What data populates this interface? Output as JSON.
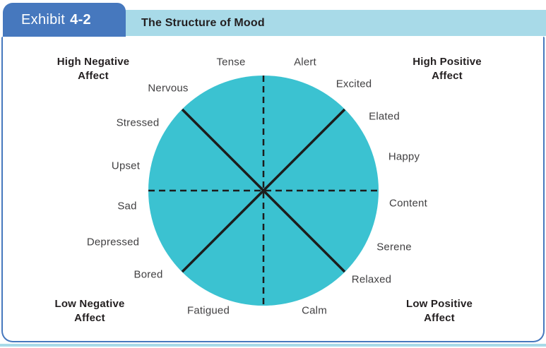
{
  "header": {
    "tab_prefix": "Exhibit",
    "tab_number": "4-2",
    "title": "The Structure of Mood"
  },
  "colors": {
    "tab_blue": "#4678BE",
    "strip_light_blue": "#A8DAE8",
    "panel_border_blue": "#4678BE",
    "circle_teal": "#3BC2D1",
    "line_black": "#1C1C1C",
    "heading_text": "#231F20",
    "label_text": "#414042"
  },
  "diagram": {
    "type": "mood-circumplex",
    "quadrants": [
      {
        "line1": "High Negative",
        "line2": "Affect"
      },
      {
        "line1": "High Positive",
        "line2": "Affect"
      },
      {
        "line1": "Low Negative",
        "line2": "Affect"
      },
      {
        "line1": "Low Positive",
        "line2": "Affect"
      }
    ],
    "labels": [
      {
        "text": "Tense"
      },
      {
        "text": "Alert"
      },
      {
        "text": "Nervous"
      },
      {
        "text": "Excited"
      },
      {
        "text": "Stressed"
      },
      {
        "text": "Elated"
      },
      {
        "text": "Upset"
      },
      {
        "text": "Happy"
      },
      {
        "text": "Sad"
      },
      {
        "text": "Content"
      },
      {
        "text": "Depressed"
      },
      {
        "text": "Serene"
      },
      {
        "text": "Bored"
      },
      {
        "text": "Relaxed"
      },
      {
        "text": "Fatigued"
      },
      {
        "text": "Calm"
      }
    ]
  }
}
